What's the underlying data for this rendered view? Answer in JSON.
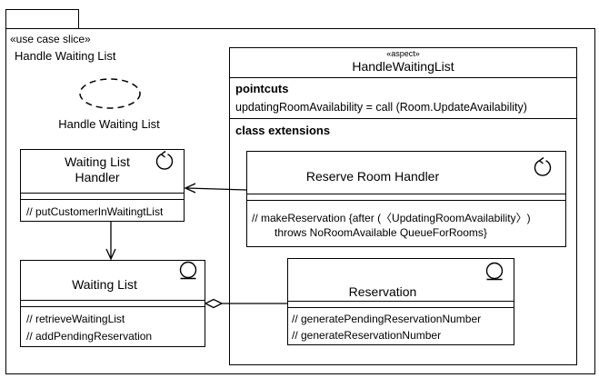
{
  "package": {
    "stereotype": "«use case slice»",
    "name": "Handle Waiting List"
  },
  "use_case": {
    "label": "Handle Waiting List"
  },
  "waiting_list_handler": {
    "name_line1": "Waiting List",
    "name_line2": "Handler",
    "operations": [
      "// putCustomerInWaitingtList"
    ]
  },
  "waiting_list": {
    "name": "Waiting List",
    "operations": [
      "// retrieveWaitingList",
      "// addPendingReservation"
    ]
  },
  "aspect": {
    "stereotype": "«aspect»",
    "name": "HandleWaitingList",
    "pointcuts_header": "pointcuts",
    "pointcut": "updatingRoomAvailability = call (Room.UpdateAvailability)",
    "class_extensions_header": "class extensions"
  },
  "reserve_room_handler": {
    "name": "Reserve Room Handler",
    "operation_line1": "// makeReservation {after (〈UpdatingRoomAvailability〉)",
    "operation_line2": "throws NoRoomAvailable QueueForRooms}"
  },
  "reservation": {
    "name": "Reservation",
    "operations": [
      "// generatePendingReservationNumber",
      "// generateReservationNumber"
    ]
  },
  "icons": {
    "control": "control-class-icon",
    "entity": "entity-class-icon"
  }
}
